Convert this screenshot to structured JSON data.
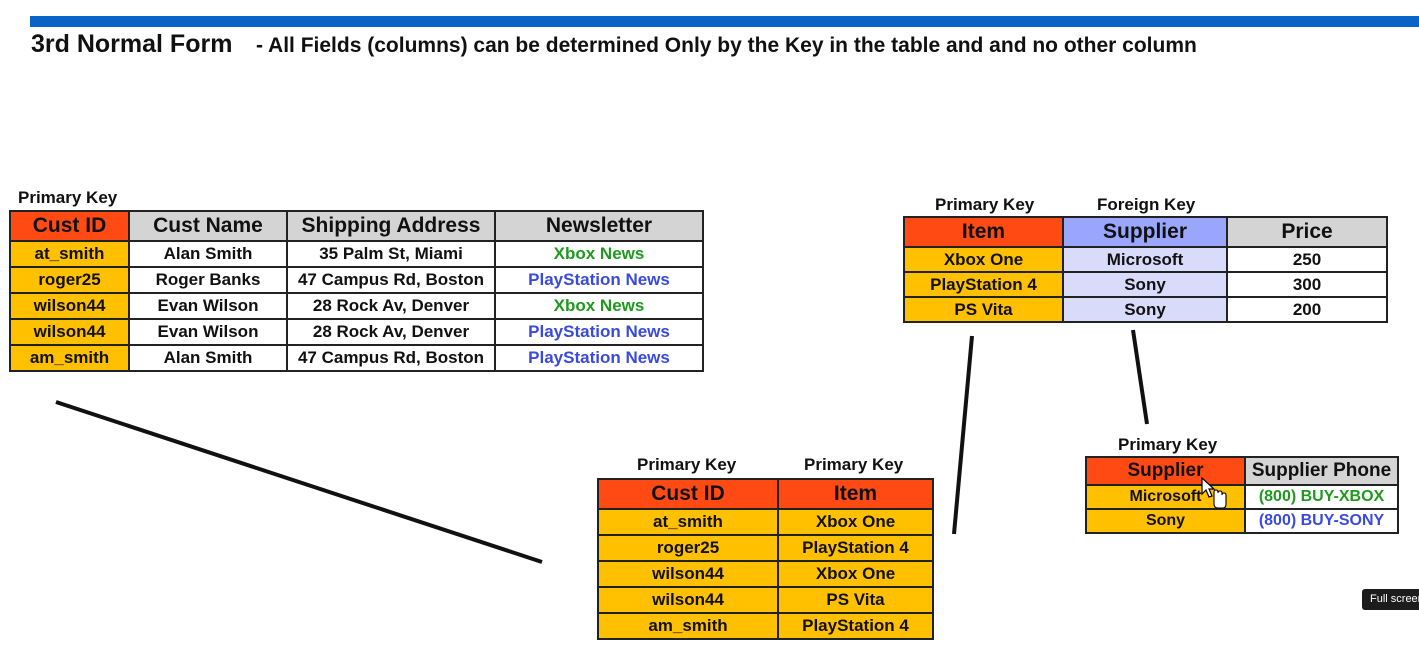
{
  "header": {
    "title": "3rd Normal Form",
    "subtitle": "- All Fields (columns) can be determined Only by the Key in the table and and no other column"
  },
  "customers": {
    "key_label": "Primary Key",
    "columns": [
      "Cust ID",
      "Cust Name",
      "Shipping Address",
      "Newsletter"
    ],
    "rows": [
      [
        "at_smith",
        "Alan Smith",
        "35 Palm St, Miami",
        "Xbox News"
      ],
      [
        "roger25",
        "Roger Banks",
        "47 Campus Rd, Boston",
        "PlayStation News"
      ],
      [
        "wilson44",
        "Evan Wilson",
        "28 Rock Av, Denver",
        "Xbox News"
      ],
      [
        "wilson44",
        "Evan Wilson",
        "28 Rock Av, Denver",
        "PlayStation News"
      ],
      [
        "am_smith",
        "Alan Smith",
        "47 Campus Rd, Boston",
        "PlayStation News"
      ]
    ]
  },
  "items": {
    "primary_key_label": "Primary Key",
    "foreign_key_label": "Foreign Key",
    "columns": [
      "Item",
      "Supplier",
      "Price"
    ],
    "rows": [
      [
        "Xbox One",
        "Microsoft",
        "250"
      ],
      [
        "PlayStation 4",
        "Sony",
        "300"
      ],
      [
        "PS Vita",
        "Sony",
        "200"
      ]
    ]
  },
  "orders": {
    "key_label_1": "Primary Key",
    "key_label_2": "Primary Key",
    "columns": [
      "Cust ID",
      "Item"
    ],
    "rows": [
      [
        "at_smith",
        "Xbox One"
      ],
      [
        "roger25",
        "PlayStation 4"
      ],
      [
        "wilson44",
        "Xbox One"
      ],
      [
        "wilson44",
        "PS Vita"
      ],
      [
        "am_smith",
        "PlayStation 4"
      ]
    ]
  },
  "suppliers": {
    "key_label": "Primary Key",
    "columns": [
      "Supplier",
      "Supplier Phone"
    ],
    "rows": [
      [
        "Microsoft",
        "(800) BUY-XBOX"
      ],
      [
        "Sony",
        "(800) BUY-SONY"
      ]
    ]
  },
  "fullscreen_label": "Full screen",
  "colors": {
    "accent_bar": "#0a64c8",
    "key_header": "#ff4a14",
    "foreign_key_header": "#9aa6fb",
    "key_cell": "#ffc000",
    "xbox_text": "#1f9a1f",
    "playstation_text": "#3a4ae0"
  }
}
